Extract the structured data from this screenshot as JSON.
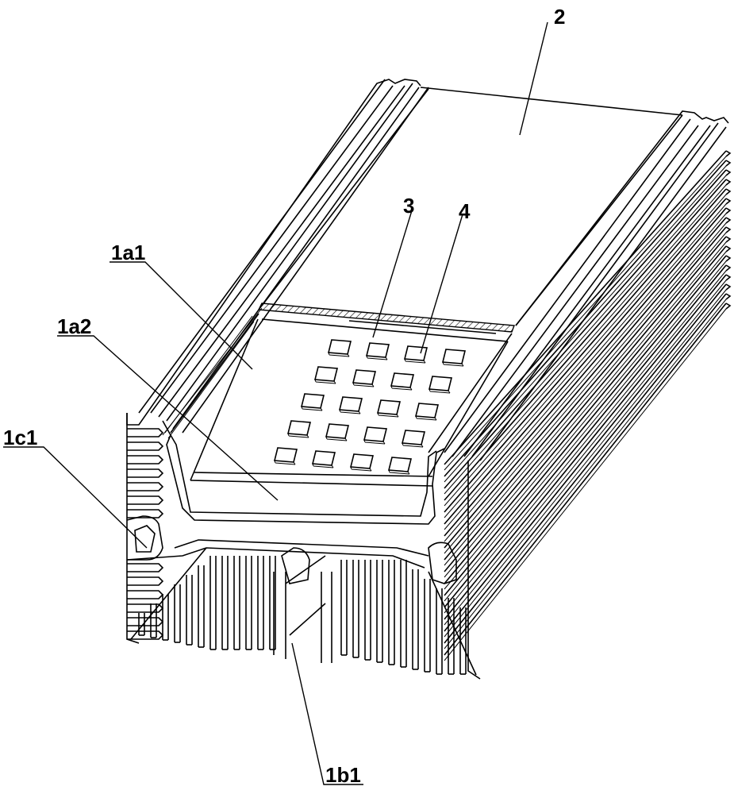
{
  "labels": {
    "l2": "2",
    "l3": "3",
    "l4": "4",
    "l1a1": "1a1",
    "l1a2": "1a2",
    "l1c1": "1c1",
    "l1b1": "1b1"
  },
  "colors": {
    "line": "#000000",
    "background": "#ffffff",
    "hatch": "#000000"
  },
  "led_grid": {
    "rows": 5,
    "cols": 4
  }
}
